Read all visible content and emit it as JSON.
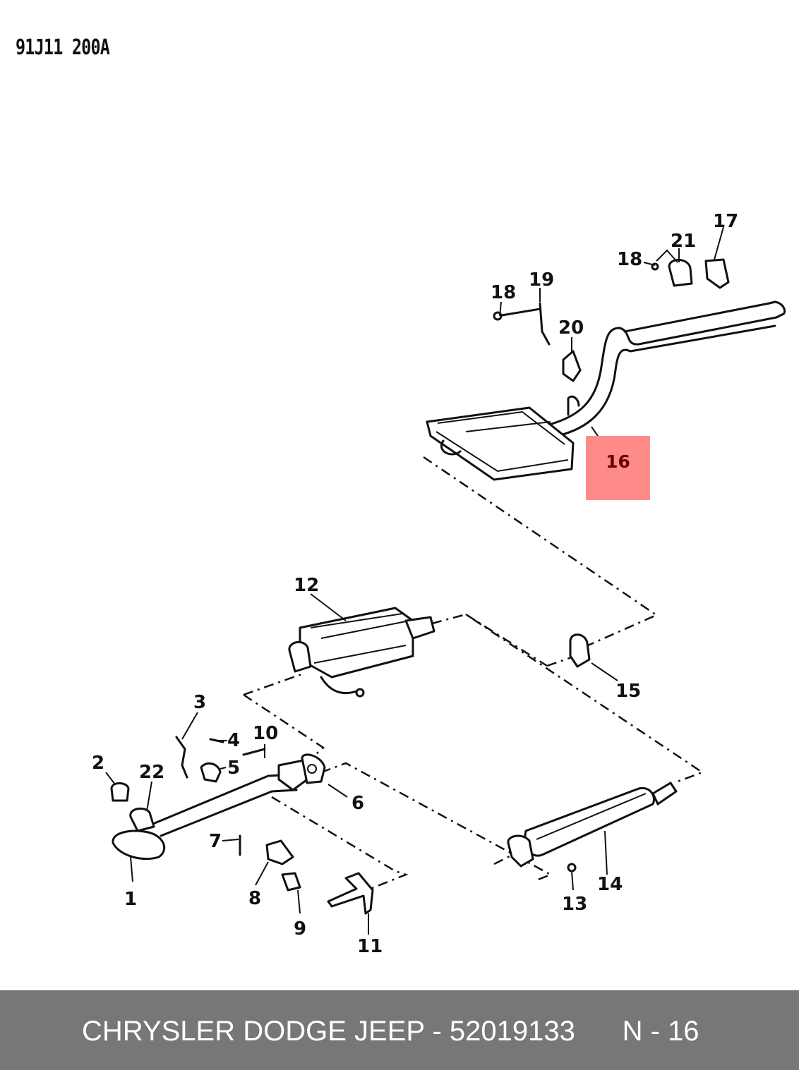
{
  "header": {
    "diagram_code": "91J11 200A"
  },
  "callouts": [
    "1",
    "2",
    "3",
    "4",
    "5",
    "6",
    "7",
    "8",
    "9",
    "10",
    "11",
    "12",
    "13",
    "14",
    "15",
    "16",
    "17",
    "18",
    "18",
    "19",
    "20",
    "21",
    "22"
  ],
  "highlight": {
    "label": "16",
    "color": "#ff8a8a"
  },
  "footer": {
    "brand": "CHRYSLER DODGE JEEP",
    "separator": "-",
    "part_number": "52019133",
    "ref": "N - 16",
    "background": "#777777"
  }
}
